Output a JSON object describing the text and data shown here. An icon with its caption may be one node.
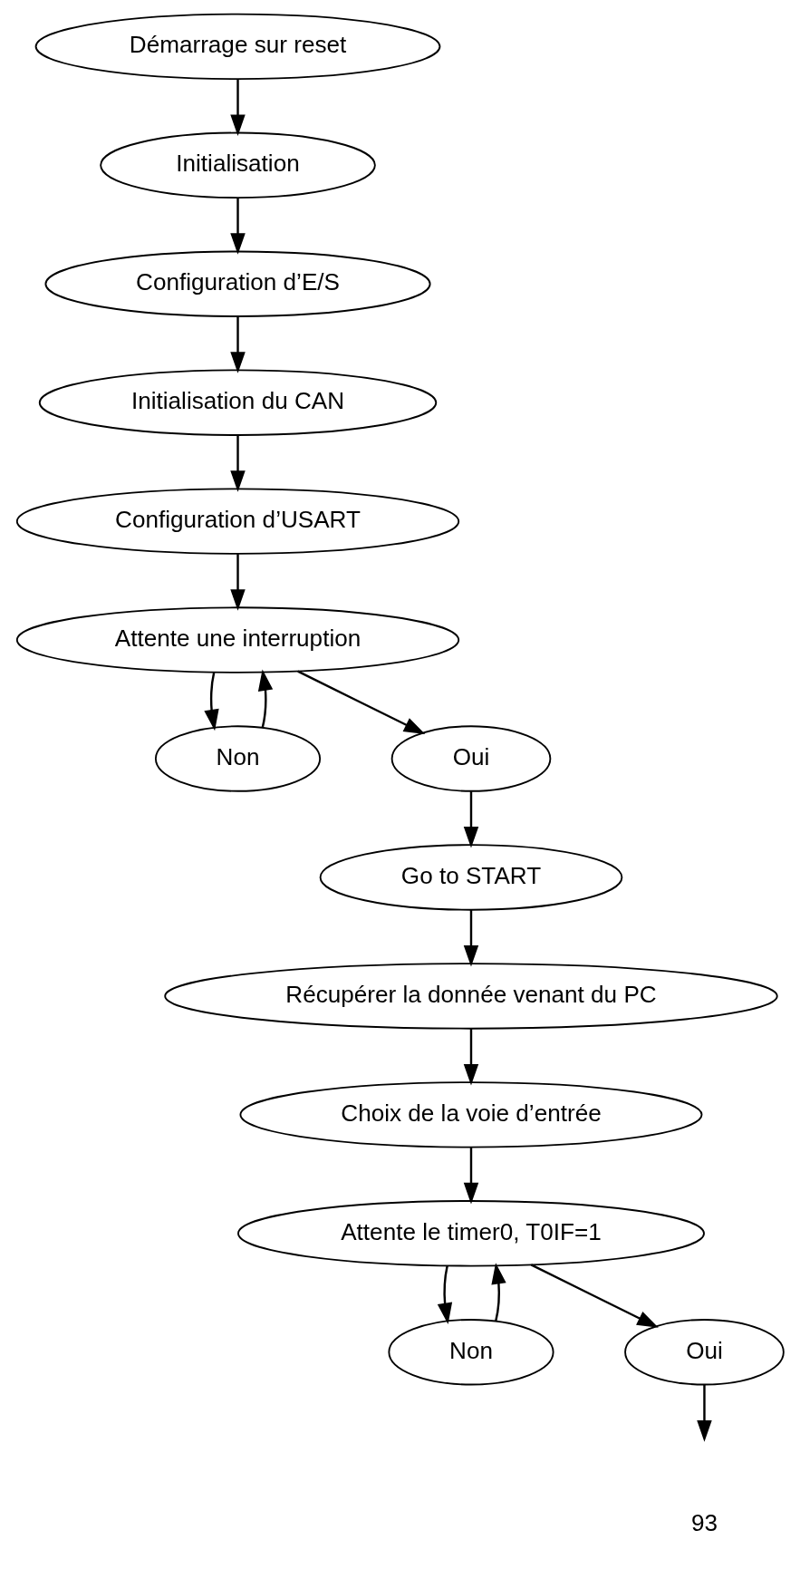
{
  "diagram": {
    "nodes": [
      {
        "text": [
          "Démarrage sur reset"
        ]
      },
      {
        "text": [
          "Initialisation"
        ]
      },
      {
        "text": [
          "Configuration d’E/S"
        ]
      },
      {
        "text": [
          "Initialisation du CAN"
        ]
      },
      {
        "text": [
          "Configuration d’USART"
        ]
      },
      {
        "text": [
          "Attente une interruption"
        ]
      },
      {
        "text": [
          "Non"
        ]
      },
      {
        "text": [
          "Oui"
        ]
      },
      {
        "text": [
          "Go to START"
        ]
      },
      {
        "text": [
          "Récupérer la donnée venant du PC"
        ]
      },
      {
        "text": [
          "Choix de la voie d’entrée"
        ]
      },
      {
        "text": [
          "Attente le timer0, T0IF=1"
        ]
      },
      {
        "text": [
          "Non"
        ]
      },
      {
        "text": [
          "Oui"
        ]
      }
    ],
    "edges": [
      {
        "from": 0,
        "to": 1,
        "arrow": "to"
      },
      {
        "from": 1,
        "to": 2,
        "arrow": "to"
      },
      {
        "from": 2,
        "to": 3,
        "arrow": "to"
      },
      {
        "from": 3,
        "to": 4,
        "arrow": "to"
      },
      {
        "from": 4,
        "to": 5,
        "arrow": "to"
      },
      {
        "from": 5,
        "to": 6,
        "arrow": "to"
      },
      {
        "from": 5,
        "to": 7,
        "arrow": "to"
      },
      {
        "from": 6,
        "to": 5,
        "arrow": "to"
      },
      {
        "from": 7,
        "to": 8,
        "arrow": "to"
      },
      {
        "from": 8,
        "to": 9,
        "arrow": "to"
      },
      {
        "from": 9,
        "to": 10,
        "arrow": "to"
      },
      {
        "from": 10,
        "to": 11,
        "arrow": "to"
      },
      {
        "from": 11,
        "to": 12,
        "arrow": "to"
      },
      {
        "from": 11,
        "to": 13,
        "arrow": "to"
      },
      {
        "from": 12,
        "to": 11,
        "arrow": "to"
      },
      {
        "from": 13,
        "to": null,
        "arrow": "to"
      }
    ],
    "labels": [
      "93"
    ]
  }
}
